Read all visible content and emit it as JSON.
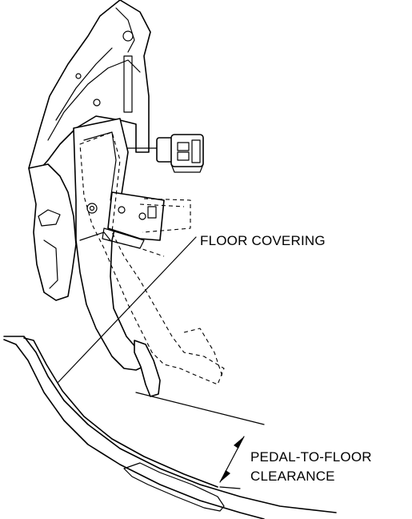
{
  "labels": {
    "floor_covering": "FLOOR COVERING",
    "clearance_line1": "PEDAL-TO-FLOOR",
    "clearance_line2": "CLEARANCE"
  }
}
